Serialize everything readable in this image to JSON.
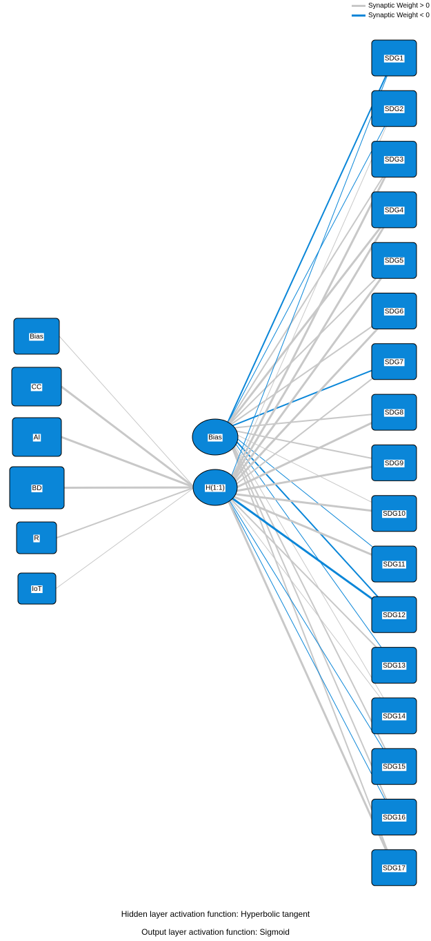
{
  "legend": {
    "positive_label": "Synaptic Weight > 0",
    "negative_label": "Synaptic Weight < 0",
    "positive_color": "#c8c8c8",
    "negative_color": "#0a86d8"
  },
  "node_color": "#0a86d8",
  "input_layer": {
    "nodes": [
      "Bias",
      "CC",
      "AI",
      "BD",
      "R",
      "IoT"
    ]
  },
  "hidden_layer": {
    "nodes": [
      "Bias",
      "H(1:1)"
    ]
  },
  "output_layer": {
    "nodes": [
      "SDG1",
      "SDG2",
      "SDG3",
      "SDG4",
      "SDG5",
      "SDG6",
      "SDG7",
      "SDG8",
      "SDG9",
      "SDG10",
      "SDG11",
      "SDG12",
      "SDG13",
      "SDG14",
      "SDG15",
      "SDG16",
      "SDG17"
    ]
  },
  "connections": {
    "input_to_hidden": [
      {
        "from": "Bias",
        "to": "H(1:1)",
        "sign": "positive",
        "strength": 1
      },
      {
        "from": "CC",
        "to": "H(1:1)",
        "sign": "positive",
        "strength": 3
      },
      {
        "from": "AI",
        "to": "H(1:1)",
        "sign": "positive",
        "strength": 3
      },
      {
        "from": "BD",
        "to": "H(1:1)",
        "sign": "positive",
        "strength": 3
      },
      {
        "from": "R",
        "to": "H(1:1)",
        "sign": "positive",
        "strength": 2
      },
      {
        "from": "IoT",
        "to": "H(1:1)",
        "sign": "positive",
        "strength": 1
      }
    ],
    "hidden_bias_to_output": [
      {
        "to": "SDG1",
        "sign": "negative",
        "strength": 2
      },
      {
        "to": "SDG2",
        "sign": "negative",
        "strength": 1
      },
      {
        "to": "SDG3",
        "sign": "positive",
        "strength": 2
      },
      {
        "to": "SDG4",
        "sign": "positive",
        "strength": 3
      },
      {
        "to": "SDG5",
        "sign": "positive",
        "strength": 2
      },
      {
        "to": "SDG6",
        "sign": "positive",
        "strength": 2
      },
      {
        "to": "SDG7",
        "sign": "negative",
        "strength": 2
      },
      {
        "to": "SDG8",
        "sign": "positive",
        "strength": 2
      },
      {
        "to": "SDG9",
        "sign": "positive",
        "strength": 2
      },
      {
        "to": "SDG10",
        "sign": "positive",
        "strength": 1
      },
      {
        "to": "SDG11",
        "sign": "negative",
        "strength": 1
      },
      {
        "to": "SDG12",
        "sign": "negative",
        "strength": 2
      },
      {
        "to": "SDG13",
        "sign": "negative",
        "strength": 1
      },
      {
        "to": "SDG14",
        "sign": "positive",
        "strength": 1
      },
      {
        "to": "SDG15",
        "sign": "positive",
        "strength": 2
      },
      {
        "to": "SDG16",
        "sign": "positive",
        "strength": 2
      },
      {
        "to": "SDG17",
        "sign": "positive",
        "strength": 2
      }
    ],
    "hidden_h_to_output": [
      {
        "to": "SDG1",
        "sign": "negative",
        "strength": 1
      },
      {
        "to": "SDG2",
        "sign": "positive",
        "strength": 1
      },
      {
        "to": "SDG3",
        "sign": "positive",
        "strength": 3
      },
      {
        "to": "SDG4",
        "sign": "positive",
        "strength": 3
      },
      {
        "to": "SDG5",
        "sign": "positive",
        "strength": 3
      },
      {
        "to": "SDG6",
        "sign": "positive",
        "strength": 3
      },
      {
        "to": "SDG7",
        "sign": "positive",
        "strength": 2
      },
      {
        "to": "SDG8",
        "sign": "positive",
        "strength": 3
      },
      {
        "to": "SDG9",
        "sign": "positive",
        "strength": 3
      },
      {
        "to": "SDG10",
        "sign": "positive",
        "strength": 3
      },
      {
        "to": "SDG11",
        "sign": "positive",
        "strength": 3
      },
      {
        "to": "SDG12",
        "sign": "negative",
        "strength": 3
      },
      {
        "to": "SDG13",
        "sign": "positive",
        "strength": 2
      },
      {
        "to": "SDG14",
        "sign": "positive",
        "strength": 1
      },
      {
        "to": "SDG15",
        "sign": "negative",
        "strength": 1
      },
      {
        "to": "SDG16",
        "sign": "negative",
        "strength": 1
      },
      {
        "to": "SDG17",
        "sign": "positive",
        "strength": 3
      }
    ]
  },
  "captions": {
    "hidden_activation": "Hidden layer activation function: Hyperbolic tangent",
    "output_activation": "Output layer activation function: Sigmoid"
  }
}
